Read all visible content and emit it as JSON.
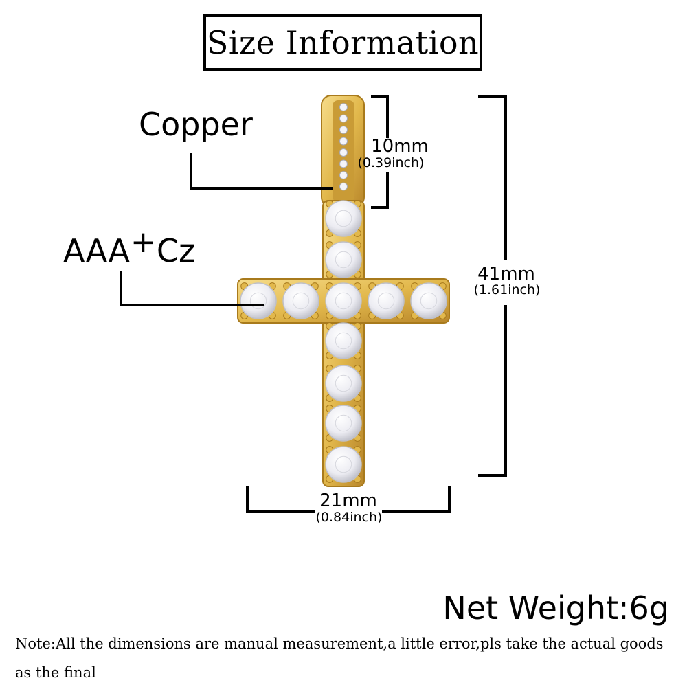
{
  "title": "Size Information",
  "materials": {
    "bail": "Copper",
    "stones_prefix": "AAA",
    "stones_plus": "+",
    "stones_suffix": "Cz"
  },
  "dimensions": {
    "bail_height": {
      "mm": "10mm",
      "inch": "(0.39inch)"
    },
    "total_height": {
      "mm": "41mm",
      "inch": "(1.61inch)"
    },
    "width": {
      "mm": "21mm",
      "inch": "(0.84inch)"
    }
  },
  "net_weight": "Net Weight:6g",
  "note": "Note:All the dimensions are manual measurement,a little error,pls take the actual goods as the final",
  "colors": {
    "gold": "#e2b84c",
    "gold_dark": "#a87a1c",
    "stone": "#f2f2f6",
    "stone_shadow": "#bfc0c8"
  }
}
